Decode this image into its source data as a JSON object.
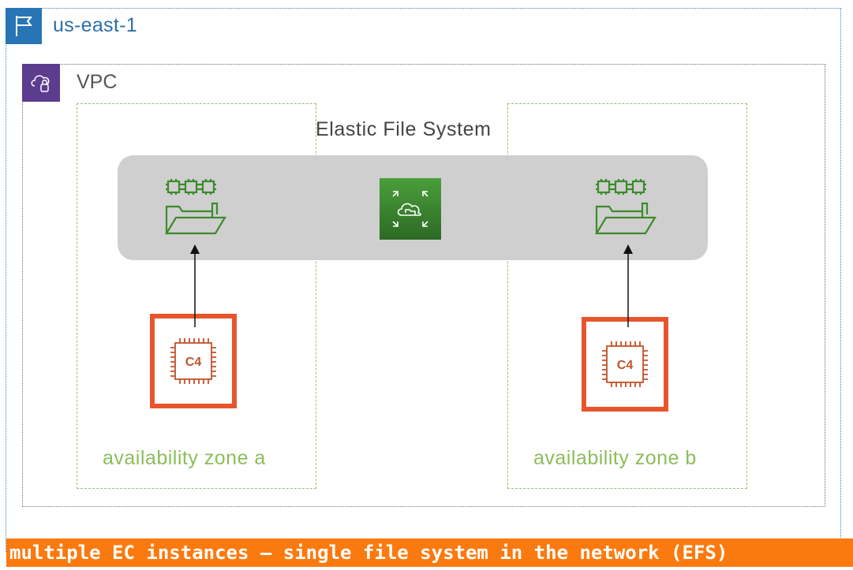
{
  "region": {
    "label": "us-east-1",
    "icon": "flag-icon",
    "color": "#2775b5"
  },
  "vpc": {
    "label": "VPC",
    "icon": "vpc-cloud-lock-icon",
    "color": "#5b3c8e"
  },
  "efs": {
    "title": "Elastic File System",
    "icon": "efs-icon",
    "share_icon": "file-share-folder-icon"
  },
  "zones": [
    {
      "label": "availability zone a",
      "instance_label": "C4"
    },
    {
      "label": "availability zone b",
      "instance_label": "C4"
    }
  ],
  "instance_color": "#e8552c",
  "zone_color": "#8cbd5b",
  "caption": "multiple EC instances – single file system in the network (EFS)",
  "caption_color": "#fb7a0f"
}
